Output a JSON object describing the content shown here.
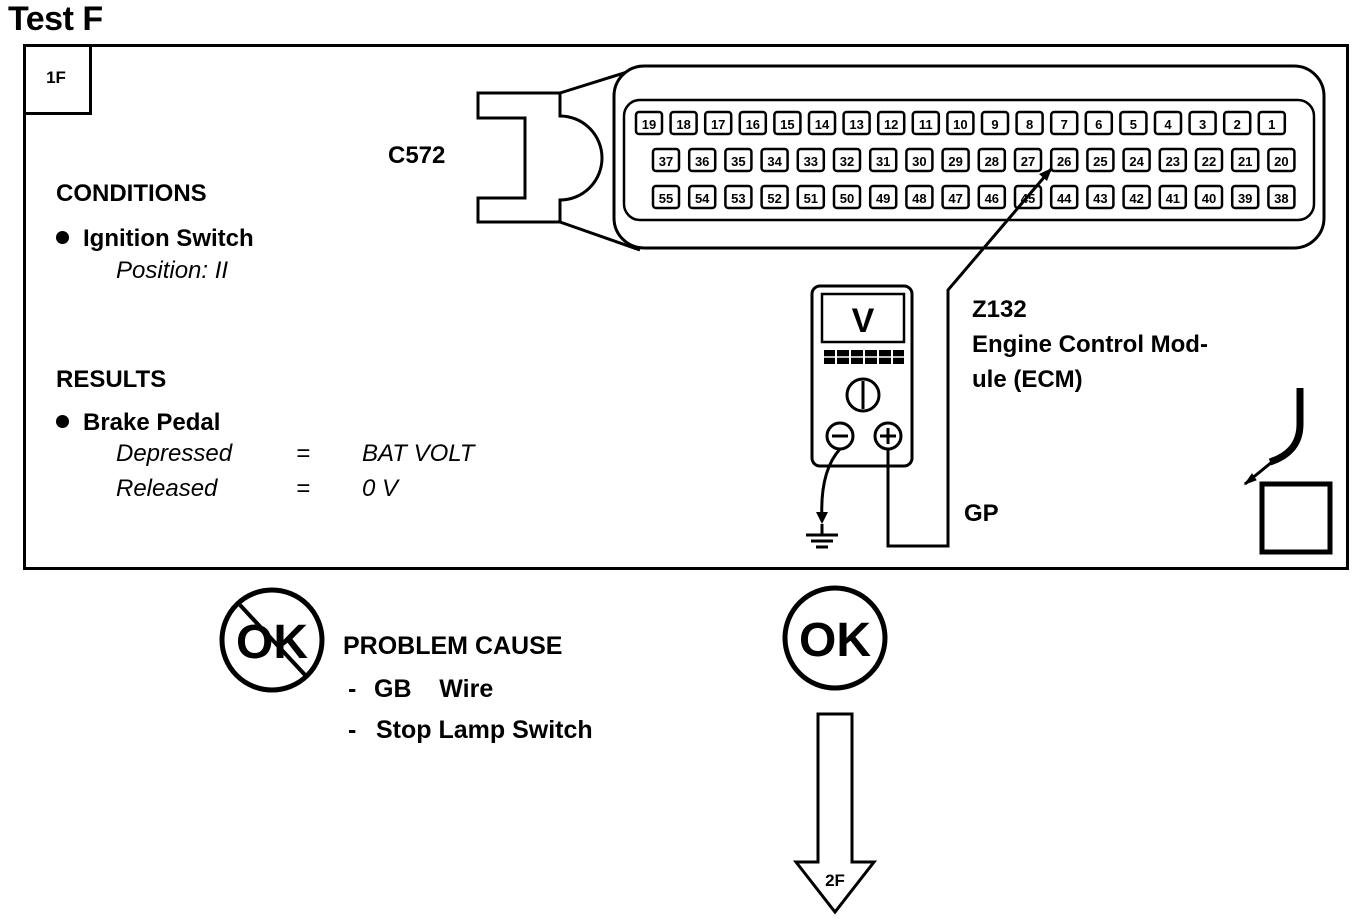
{
  "title": "Test F",
  "step_label": "1F",
  "connector": {
    "id": "C572",
    "row1": [
      "19",
      "18",
      "17",
      "16",
      "15",
      "14",
      "13",
      "12",
      "11",
      "10",
      "9",
      "8",
      "7",
      "6",
      "5",
      "4",
      "3",
      "2",
      "1"
    ],
    "row2": [
      "37",
      "36",
      "35",
      "34",
      "33",
      "32",
      "31",
      "30",
      "29",
      "28",
      "27",
      "26",
      "25",
      "24",
      "23",
      "22",
      "21",
      "20"
    ],
    "row3": [
      "55",
      "54",
      "53",
      "52",
      "51",
      "50",
      "49",
      "48",
      "47",
      "46",
      "45",
      "44",
      "43",
      "42",
      "41",
      "40",
      "39",
      "38"
    ],
    "probed_pin": "26"
  },
  "module": {
    "id": "Z132",
    "name_line1": "Engine Control Mod-",
    "name_line2": "ule (ECM)"
  },
  "meter": {
    "display": "V"
  },
  "wire_color": "GP",
  "conditions": {
    "heading": "CONDITIONS",
    "item": "Ignition Switch",
    "detail": "Position: II"
  },
  "results": {
    "heading": "RESULTS",
    "item": "Brake Pedal",
    "rows": [
      {
        "label": "Depressed",
        "eq": "=",
        "value": "BAT VOLT"
      },
      {
        "label": "Released",
        "eq": "=",
        "value": "0 V"
      }
    ]
  },
  "not_ok": {
    "symbol": "OK",
    "heading": "PROBLEM CAUSE",
    "causes": [
      {
        "dash": "-",
        "text": "GB    Wire"
      },
      {
        "dash": "-",
        "text": "Stop Lamp Switch"
      }
    ]
  },
  "ok": {
    "symbol": "OK",
    "next_step": "2F"
  }
}
